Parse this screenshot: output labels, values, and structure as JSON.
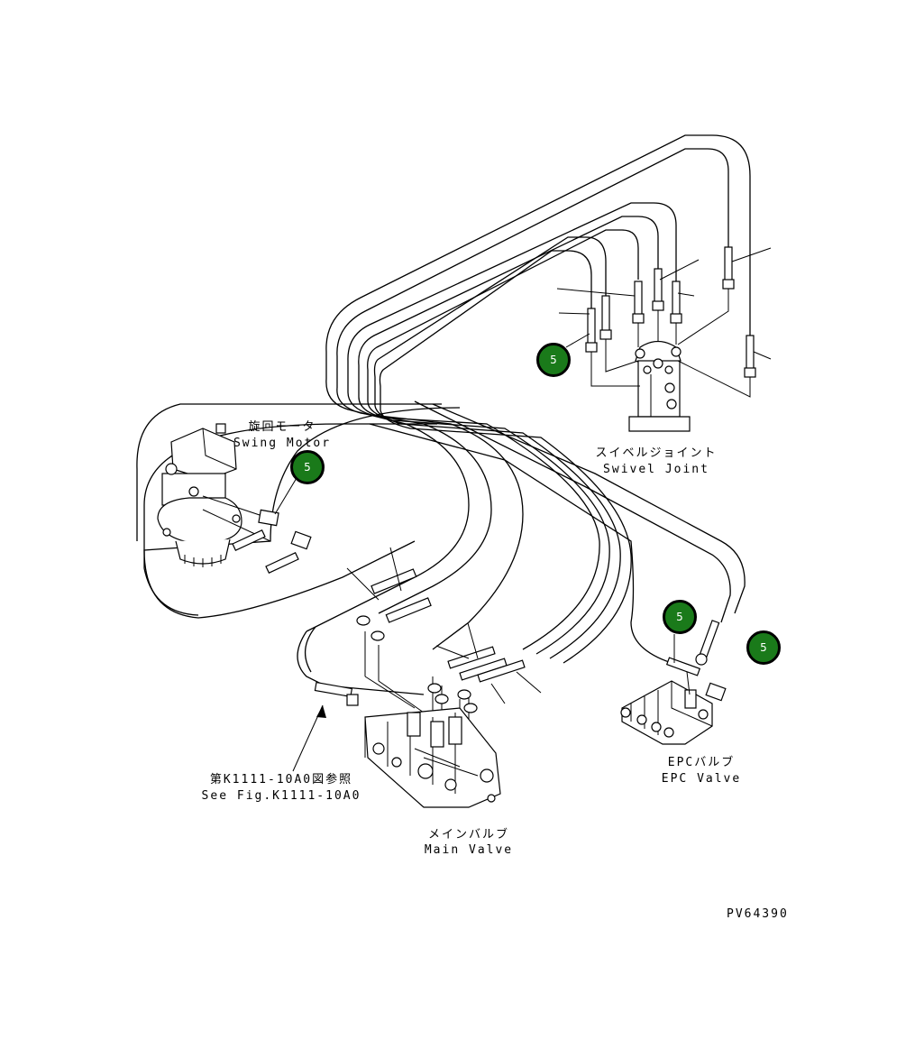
{
  "components": {
    "swing_motor": {
      "label_jp": "旋回モータ",
      "label_en": "Swing Motor"
    },
    "swivel_joint": {
      "label_jp": "スイベルジョイント",
      "label_en": "Swivel Joint"
    },
    "epc_valve": {
      "label_jp": "EPCバルブ",
      "label_en": "EPC Valve"
    },
    "main_valve": {
      "label_jp": "メインバルブ",
      "label_en": "Main Valve"
    }
  },
  "reference": {
    "label_jp": "第K1111-10A0図参照",
    "label_en": "See Fig.K1111-10A0"
  },
  "callouts": [
    {
      "number": "5"
    },
    {
      "number": "5"
    },
    {
      "number": "5"
    },
    {
      "number": "5"
    }
  ],
  "drawing_code": "PV64390",
  "colors": {
    "callout_fill": "#1a7a1a",
    "line": "#000000",
    "background": "#ffffff"
  }
}
